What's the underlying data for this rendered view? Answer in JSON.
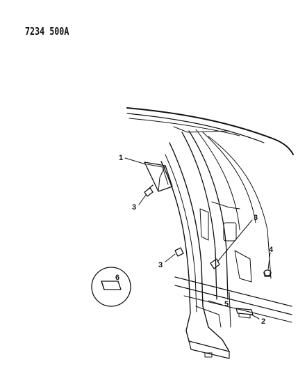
{
  "header": {
    "diagram_code": "7234 500A"
  },
  "callouts": {
    "c1": "1",
    "c2": "2",
    "c3a": "3",
    "c3b": "3",
    "c3c": "3",
    "c4": "4",
    "c5": "5",
    "c6": "6"
  }
}
